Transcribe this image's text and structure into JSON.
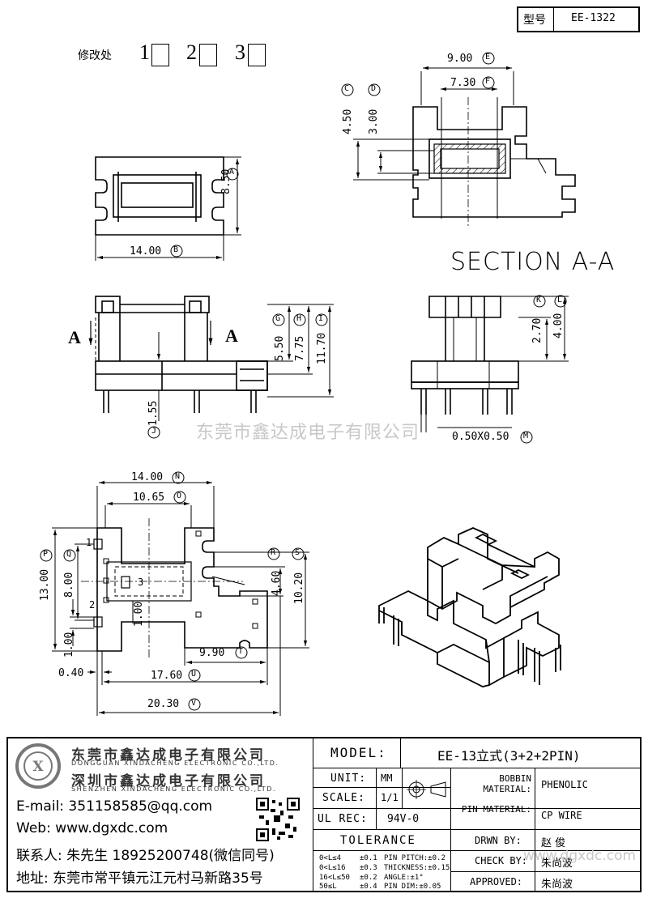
{
  "header": {
    "type_label": "型号",
    "type_value": "EE-1322"
  },
  "revision": {
    "label": "修改处",
    "marks": [
      "1",
      "2",
      "3"
    ]
  },
  "watermark": "东莞市鑫达成电子有限公司",
  "section_label": "SECTION A-A",
  "dimensions": {
    "top_view": {
      "a": "8.50",
      "b": "14.00",
      "a_tag": "A",
      "b_tag": "B"
    },
    "section": {
      "c": "4.50",
      "d": "3.00",
      "e": "9.00",
      "f": "7.30",
      "c_tag": "C",
      "d_tag": "D",
      "e_tag": "E",
      "f_tag": "F"
    },
    "front_view": {
      "g": "5.50",
      "h": "7.75",
      "i": "11.70",
      "j": "1.55",
      "g_tag": "G",
      "h_tag": "H",
      "i_tag": "I",
      "j_tag": "J",
      "arrow_label": "A"
    },
    "side_view": {
      "k": "2.70",
      "l": "4.00",
      "m": "0.50X0.50",
      "k_tag": "K",
      "l_tag": "L",
      "m_tag": "M"
    },
    "bottom_view": {
      "n": "14.00",
      "o": "10.65",
      "p": "13.00",
      "q": "8.00",
      "r": "4.60",
      "s": "10.20",
      "t": "9.90",
      "u": "17.60",
      "v": "20.30",
      "pitch_100": "1.00",
      "pitch_100b": "1.00",
      "w040": "0.40",
      "n_tag": "N",
      "o_tag": "O",
      "p_tag": "P",
      "q_tag": "Q",
      "r_tag": "R",
      "s_tag": "S",
      "t_tag": "T",
      "u_tag": "U",
      "v_tag": "V",
      "pin1": "1",
      "pin2": "2",
      "pin3": "3"
    }
  },
  "company": {
    "name_cn": "东莞市鑫达成电子有限公司",
    "name_en": "DONGGUAN XINDACHENG ELECTRONIC CO.,LTD.",
    "name2_cn": "深圳市鑫达成电子有限公司",
    "name2_en": "SHENZHEN XINDACHENG ELECTRONIC CO.,LTD.",
    "email": "E-mail: 351158585@qq.com",
    "web": "Web: www.dgxdc.com",
    "contact": "联系人: 朱先生 18925200748(微信同号)",
    "address": "地址: 东莞市常平镇元江元村马新路35号"
  },
  "titleblock": {
    "model_label": "MODEL:",
    "model_value": "EE-13立式(3+2+2PIN)",
    "unit_label": "UNIT:",
    "unit_value": "MM",
    "scale_label": "SCALE:",
    "scale_value": "1/1",
    "ulrec_label": "UL REC:",
    "ulrec_value": "94V-0",
    "tolerance_label": "TOLERANCE",
    "bobbin_label": "BOBBIN MATERIAL:",
    "bobbin_value": "PHENOLIC",
    "pin_label": "PIN MATERIAL:",
    "pin_value": "CP WIRE",
    "drawn_label": "DRWN BY:",
    "drawn_value": "赵 俊",
    "check_label": "CHECK BY:",
    "check_value": "朱尚波",
    "approved_label": "APPROVED:",
    "approved_value": "朱尚波",
    "tol_rows": [
      [
        "0<L≤4",
        "±0.1",
        "PIN PITCH:±0.2"
      ],
      [
        "0<L≤16",
        "±0.3",
        "THICKNESS:±0.15"
      ],
      [
        "16<L≤50",
        "±0.2",
        "ANGLE:±1°"
      ],
      [
        "50≤L",
        "±0.4",
        "PIN DIM:±0.05"
      ]
    ],
    "footer_watermark": "www.dgxdc.com"
  }
}
